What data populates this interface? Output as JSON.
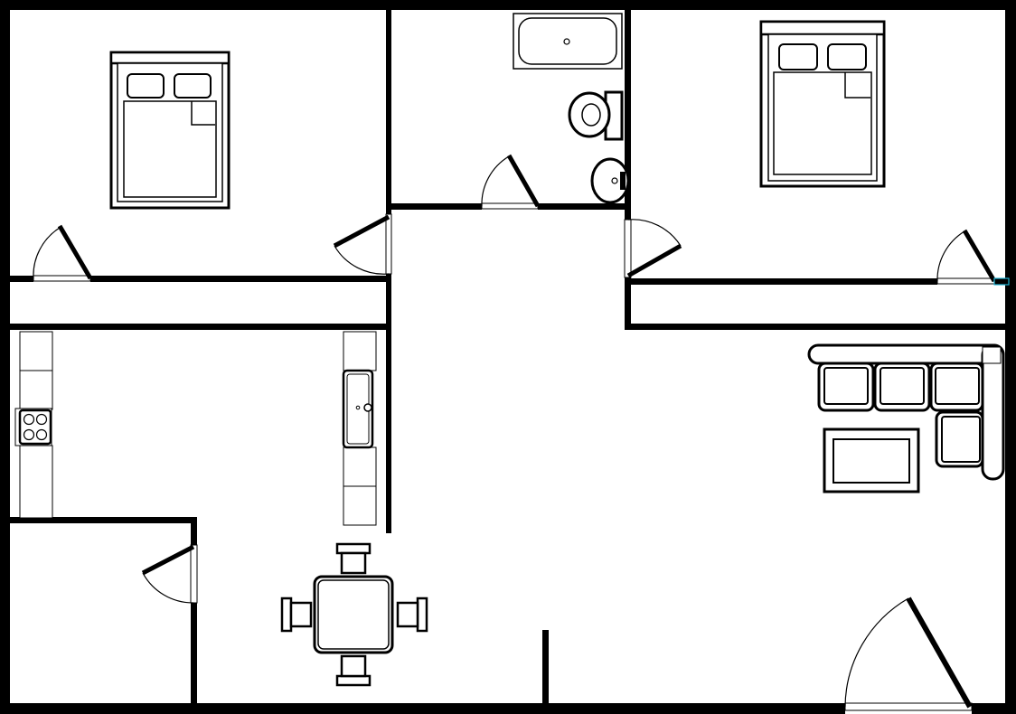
{
  "colors": {
    "wall": "#000000",
    "floor": "#ffffff",
    "marker": "#1fb5d6"
  },
  "rooms": [
    "bedroom-left",
    "bathroom",
    "bedroom-right",
    "kitchen",
    "closet",
    "living-room",
    "hallway"
  ]
}
